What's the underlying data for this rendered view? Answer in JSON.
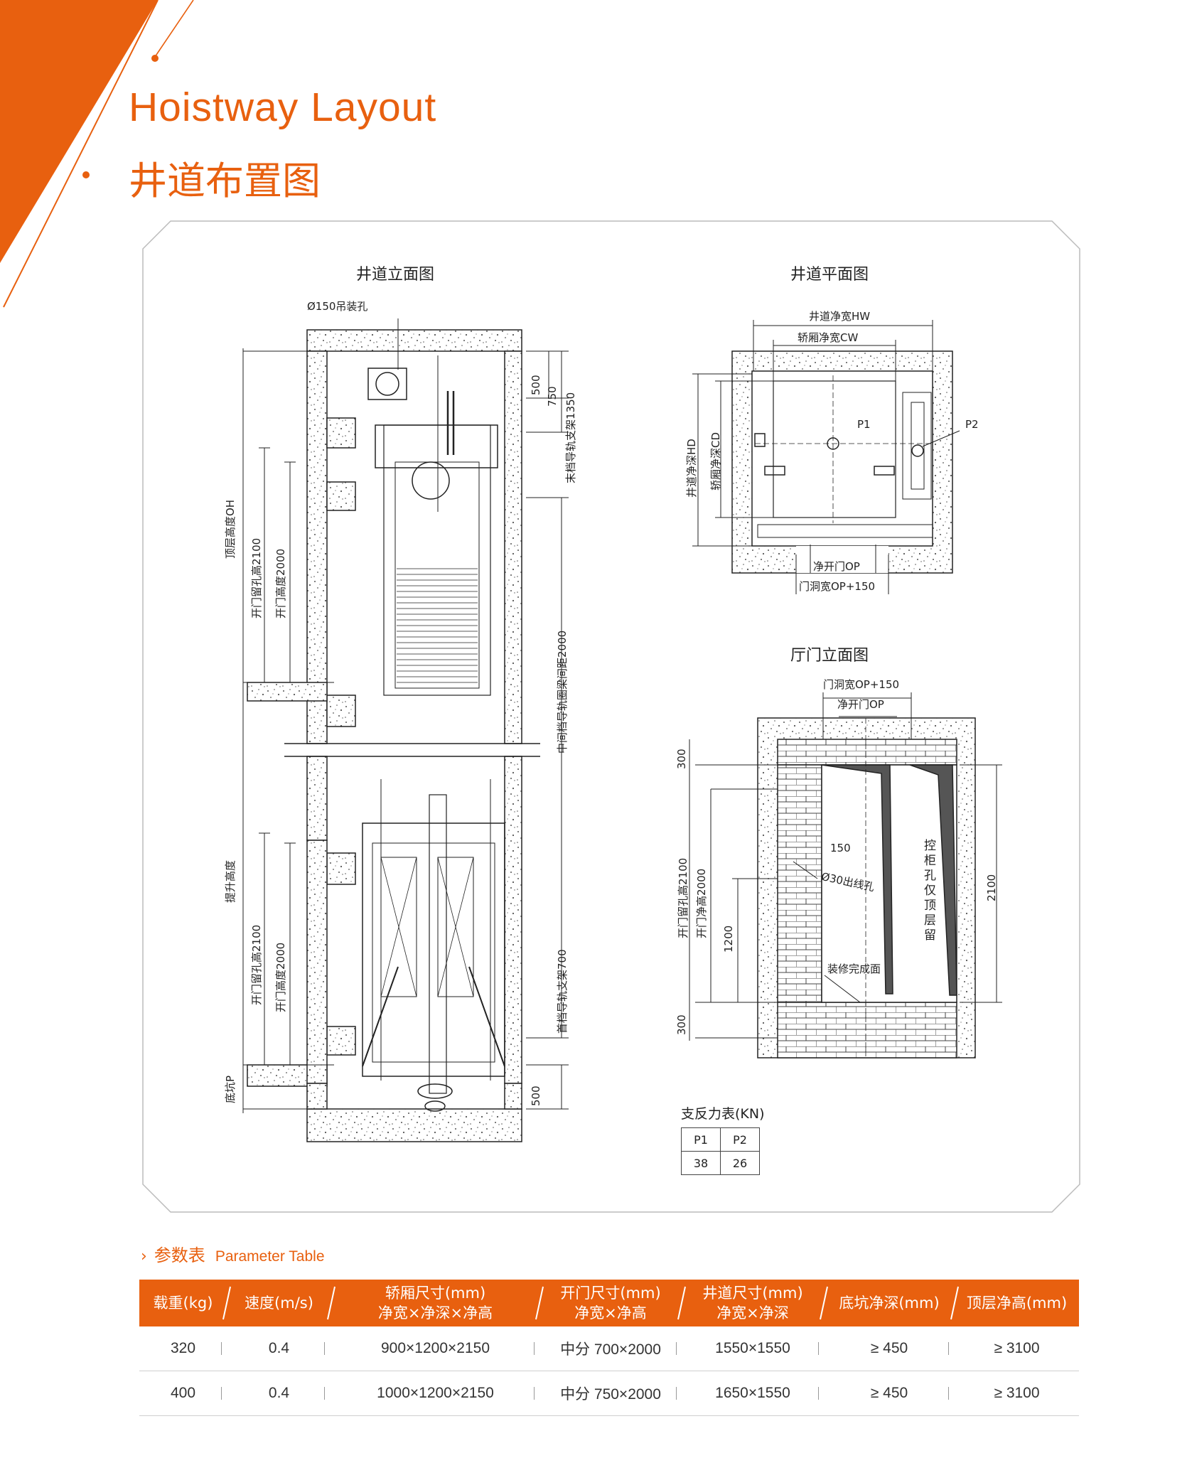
{
  "title_en": "Hoistway Layout",
  "title_cn": "井道布置图",
  "elevation": {
    "title": "井道立面图",
    "hoist_hole": "Ø150吊装孔",
    "dim_500_top": "500",
    "dim_750": "750",
    "last_bracket": "末档导轨支架1350",
    "middle_bracket": "中间档导轨圈梁间距2000",
    "first_bracket": "首档导轨支架700",
    "dim_500_bottom": "500",
    "overhead": "顶层高度OH",
    "door_hole_top": "开门留孔高2100",
    "door_height_top": "开门高度2000",
    "travel": "提升高度",
    "door_hole_bottom": "开门留孔高2100",
    "door_height_bottom": "开门高度2000",
    "pit": "底坑P"
  },
  "plan": {
    "title": "井道平面图",
    "hw": "井道净宽HW",
    "cw": "轿厢净宽CW",
    "hd": "井道净深HD",
    "cd": "轿厢净深CD",
    "p1": "P1",
    "p2": "P2",
    "op": "净开门OP",
    "op150": "门洞宽OP+150"
  },
  "door": {
    "title": "厅门立面图",
    "op150": "门洞宽OP+150",
    "op": "净开门OP",
    "dim_300_top": "300",
    "hole_2100": "开门留孔高2100",
    "net_2000": "开门净高2000",
    "dim_1200": "1200",
    "dim_300_bottom": "300",
    "dim_150": "150",
    "outlet": "Ø30出线孔",
    "control": "控柜孔仅顶层留",
    "finish": "装修完成面",
    "dim_2100": "2100"
  },
  "force": {
    "title": "支反力表(KN)",
    "headers": [
      "P1",
      "P2"
    ],
    "values": [
      "38",
      "26"
    ]
  },
  "param_title": {
    "chevron": "›",
    "cn": "参数表",
    "en": "Parameter Table"
  },
  "param_table": {
    "headers": [
      [
        "载重(kg)"
      ],
      [
        "速度(m/s)"
      ],
      [
        "轿厢尺寸(mm)",
        "净宽×净深×净高"
      ],
      [
        "开门尺寸(mm)",
        "净宽×净高"
      ],
      [
        "井道尺寸(mm)",
        "净宽×净深"
      ],
      [
        "底坑净深(mm)"
      ],
      [
        "顶层净高(mm)"
      ]
    ],
    "rows": [
      [
        "320",
        "0.4",
        "900×1200×2150",
        "中分 700×2000",
        "1550×1550",
        "≥ 450",
        "≥ 3100"
      ],
      [
        "400",
        "0.4",
        "1000×1200×2150",
        "中分 750×2000",
        "1650×1550",
        "≥ 450",
        "≥ 3100"
      ]
    ]
  },
  "colors": {
    "accent": "#e8600f",
    "line": "#222222"
  }
}
